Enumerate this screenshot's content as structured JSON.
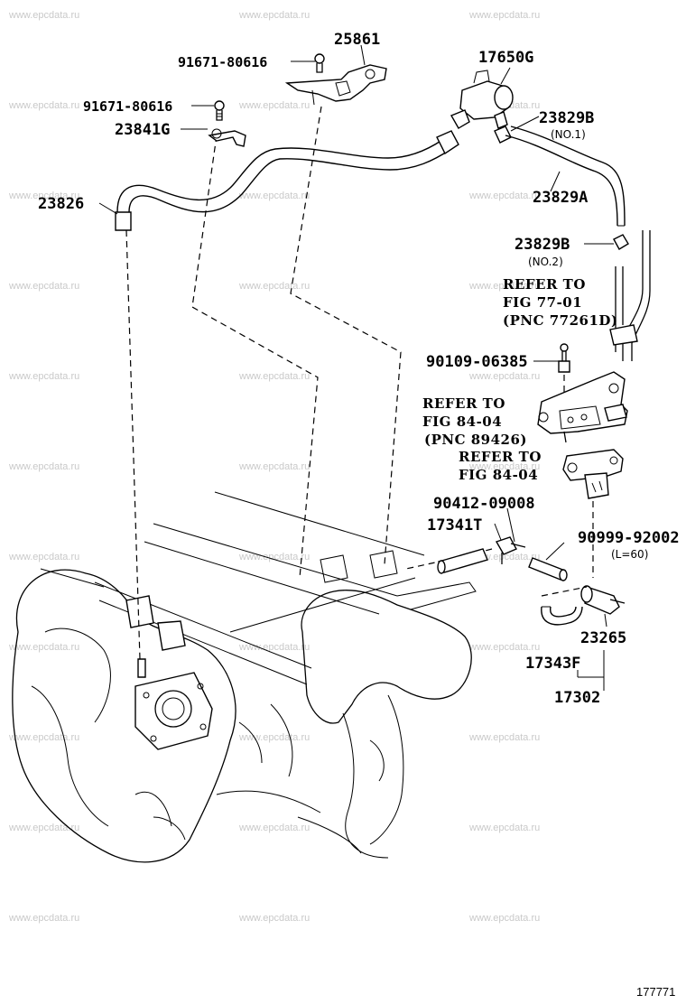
{
  "watermark": "www.epcdata.ru",
  "figure_id": "177771",
  "labels": {
    "p25861": "25861",
    "p91671_top": "91671-80616",
    "p17650g": "17650G",
    "p91671_mid": "91671-80616",
    "p23829b_1": "23829B",
    "p23829b_1_note": "(NO.1)",
    "p23841g": "23841G",
    "p23826": "23826",
    "p23829a": "23829A",
    "p23829b_2": "23829B",
    "p23829b_2_note": "(NO.2)",
    "ref1_line1": "REFER TO",
    "ref1_line2": "FIG 77-01",
    "ref1_line3": "(PNC 77261D)",
    "p90109": "90109-06385",
    "ref2_line1": "REFER TO",
    "ref2_line2": "FIG 84-04",
    "ref2_line3": "(PNC 89426)",
    "ref3_line1": "REFER TO",
    "ref3_line2": "FIG 84-04",
    "p90412": "90412-09008",
    "p17341t": "17341T",
    "p90999": "90999-92002",
    "p90999_note": "(L=60)",
    "p23265": "23265",
    "p17343f": "17343F",
    "p17302": "17302"
  }
}
